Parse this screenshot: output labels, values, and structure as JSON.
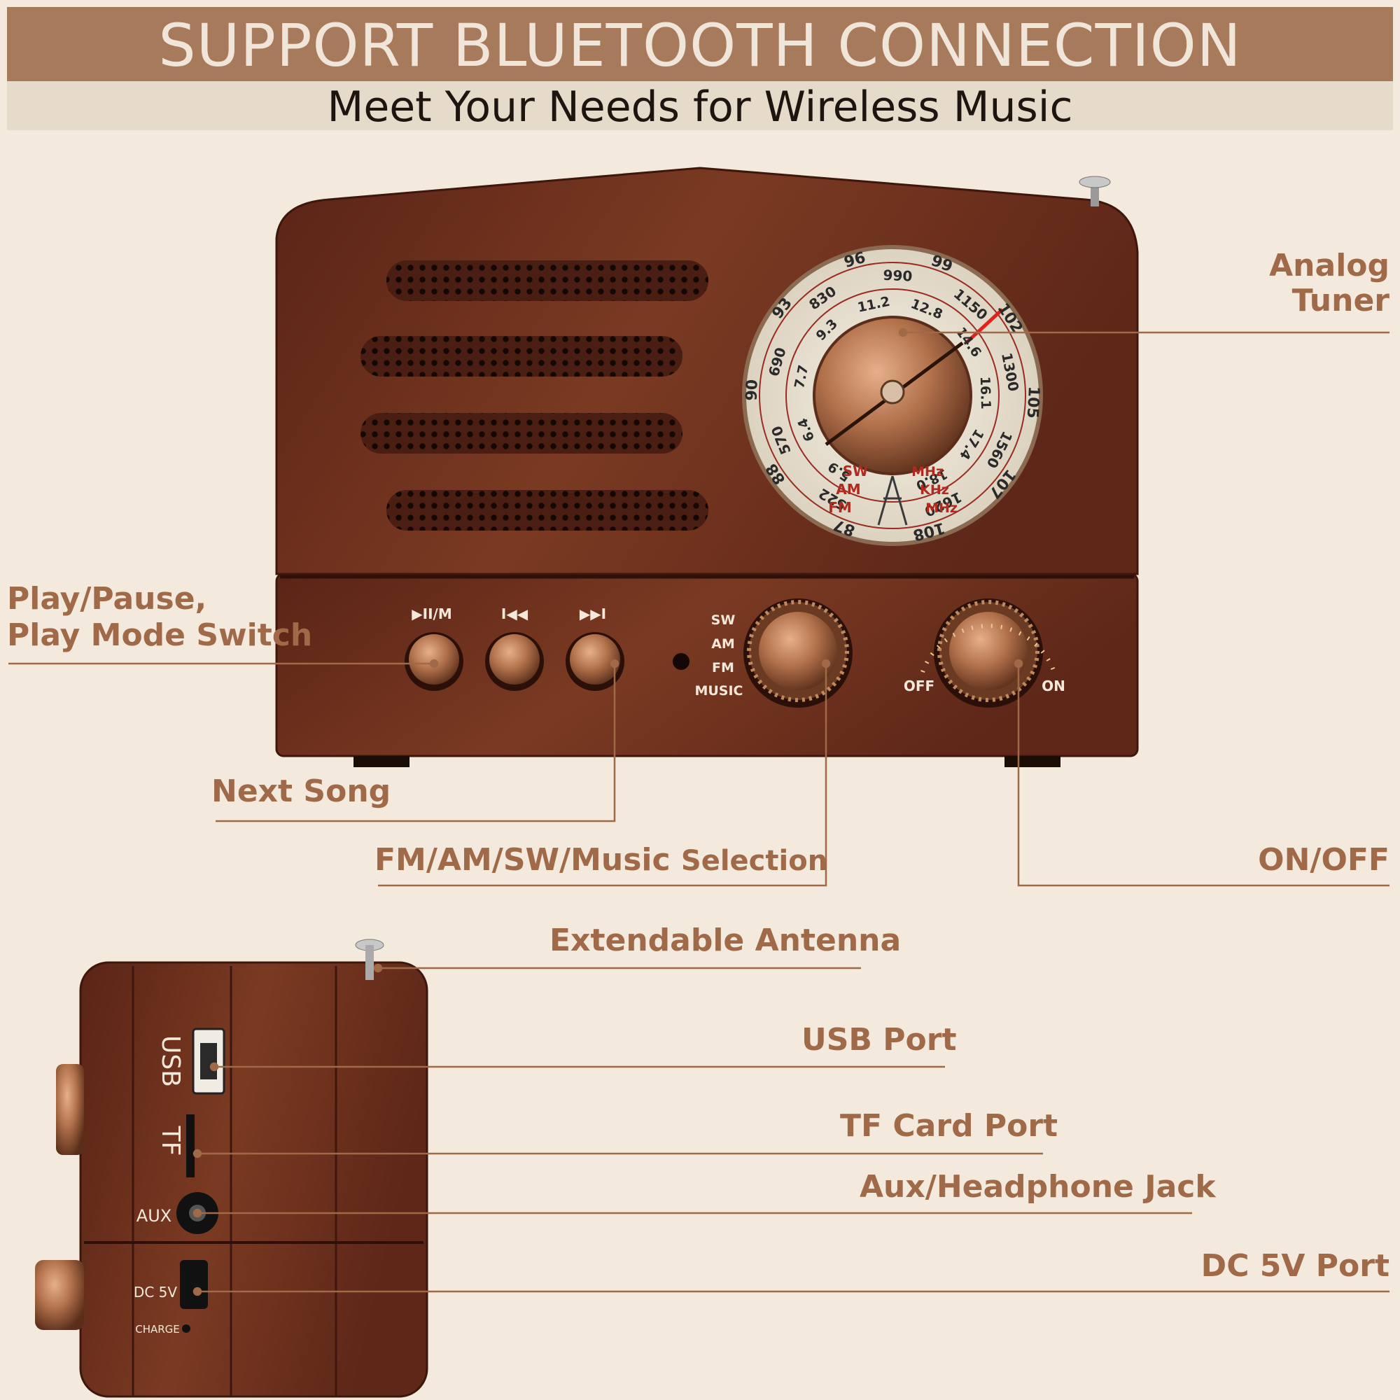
{
  "banner": {
    "title": "SUPPORT BLUETOOTH CONNECTION",
    "subtitle": "Meet Your Needs for Wireless Music"
  },
  "labels": {
    "analog_tuner_1": "Analog",
    "analog_tuner_2": "Tuner",
    "play_pause_1": "Play/Pause,",
    "play_pause_2": "Play Mode Switch",
    "next_song": "Next Song",
    "mode_select_a": "FM/AM/SW/Music",
    "mode_select_b": "Selection",
    "on_off": "ON/OFF",
    "antenna": "Extendable Antenna",
    "usb_port": "USB Port",
    "tf_port": "TF Card Port",
    "aux_jack": "Aux/Headphone Jack",
    "dc_port": "DC 5V Port"
  },
  "radio_front": {
    "buttons": [
      "▶II/M",
      "I◀◀",
      "▶▶I"
    ],
    "mode_labels": [
      "SW",
      "AM",
      "FM",
      "MUSIC"
    ],
    "off": "OFF",
    "on": "ON"
  },
  "dial": {
    "fm_outer": [
      "87",
      "88",
      "90",
      "93",
      "96",
      "99",
      "102",
      "105",
      "107",
      "108"
    ],
    "am_middle": [
      "522",
      "570",
      "690",
      "830",
      "990",
      "1150",
      "1300",
      "1560",
      "1620"
    ],
    "sw_inner": [
      "5.9",
      "6.4",
      "7.7",
      "9.3",
      "11.2",
      "12.8",
      "14.6",
      "16.1",
      "17.4",
      "18.0"
    ],
    "band_left": [
      "SW",
      "AM",
      "FM"
    ],
    "band_right": [
      "MHz",
      "KHz",
      "MHz"
    ]
  },
  "side_panel": {
    "usb": "USB",
    "tf": "TF",
    "aux": "AUX",
    "dc": "DC 5V",
    "charge": "CHARGE"
  },
  "colors": {
    "wood": "#6b2e1c",
    "wood_dark": "#4a1c10",
    "copper": "#b07850",
    "accent": "#a06a49",
    "banner": "#a87a5c"
  }
}
